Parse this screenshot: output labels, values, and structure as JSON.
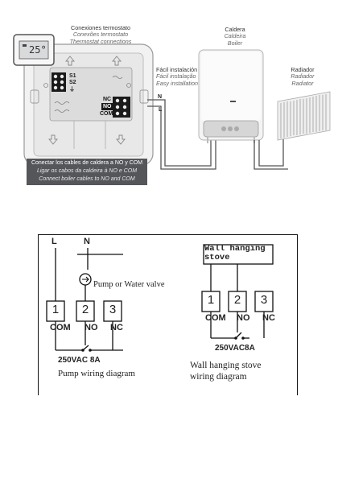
{
  "thermostat": {
    "display_value": "25°",
    "connections_caption": [
      "Conexiones termostato",
      "Conexões termostato",
      "Thermostat connections"
    ],
    "terminals_left": [
      "S1",
      "S2",
      "⏚"
    ],
    "terminals_right": [
      "NC",
      "NO",
      "COM"
    ],
    "wire_labels": [
      "N",
      "L"
    ],
    "instruction_caption": [
      "Conectar los cables de caldera a NO y COM",
      "Ligar os cabos da caldeira à NO e COM",
      "Connect boiler cables to NO and COM"
    ]
  },
  "boiler": {
    "caption": [
      "Caldera",
      "Caldeira",
      "Boiler"
    ]
  },
  "easy_install": {
    "caption": [
      "Fácil instalación",
      "Fácil instalação",
      "Easy installation"
    ]
  },
  "radiator": {
    "caption": [
      "Radiador",
      "Radiador",
      "Radiator"
    ]
  },
  "pump_diagram": {
    "wire_labels": [
      "L",
      "N"
    ],
    "device_label": "Pump or Water valve",
    "terminal_numbers": [
      "1",
      "2",
      "3"
    ],
    "terminal_names": [
      "COM",
      "NO",
      "NC"
    ],
    "rating": "250VAC 8A",
    "title": "Pump wiring diagram"
  },
  "stove_diagram": {
    "device_label_lines": [
      "Wall hanging",
      "stove"
    ],
    "terminal_numbers": [
      "1",
      "2",
      "3"
    ],
    "terminal_names": [
      "COM",
      "NO",
      "NC"
    ],
    "rating": "250VAC8A",
    "title_lines": [
      "Wall hanging stove",
      "wiring diagram"
    ]
  },
  "colors": {
    "instruction_bg": "#55565a",
    "housing": "#efefef",
    "panel_border": "#111111"
  }
}
